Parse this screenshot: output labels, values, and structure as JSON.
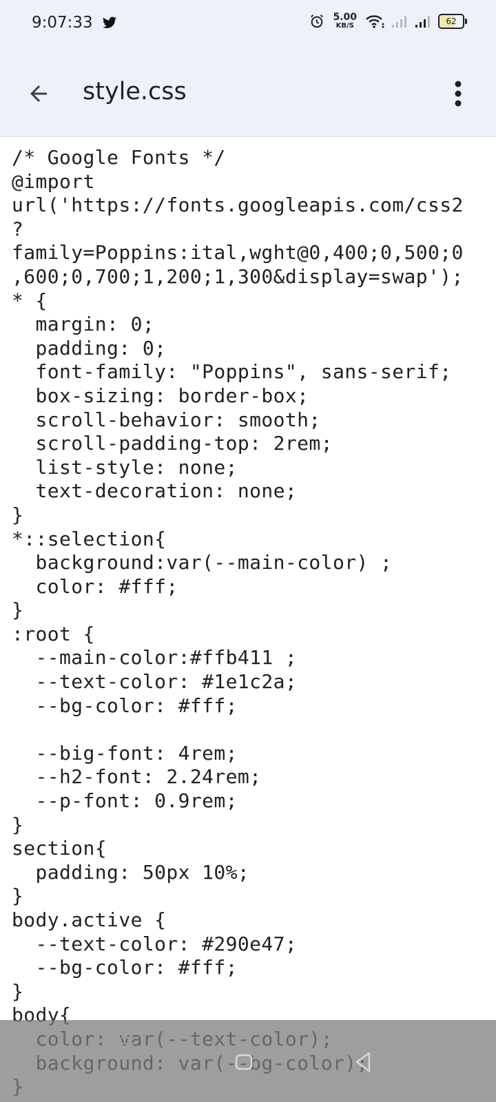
{
  "status_bar": {
    "time": "9:07:33",
    "net_speed_value": "5.00",
    "net_speed_unit": "KB/S",
    "battery_level": "62",
    "icons": [
      "twitter-icon",
      "alarm-icon",
      "wifi-icon",
      "signal-icon",
      "signal-icon",
      "battery-icon"
    ]
  },
  "app_bar": {
    "title": "style.css",
    "back_icon": "arrow-back-icon",
    "menu_icon": "more-vert-icon"
  },
  "code_lines": [
    "/* Google Fonts */",
    "@import",
    "url('https://fonts.googleapis.com/css2",
    "?",
    "family=Poppins:ital,wght@0,400;0,500;0",
    ",600;0,700;1,200;1,300&display=swap');",
    "* {",
    "  margin: 0;",
    "  padding: 0;",
    "  font-family: \"Poppins\", sans-serif;",
    "  box-sizing: border-box;",
    "  scroll-behavior: smooth;",
    "  scroll-padding-top: 2rem;",
    "  list-style: none;",
    "  text-decoration: none;",
    "}",
    "*::selection{",
    "  background:var(--main-color) ;",
    "  color: #fff;",
    "}",
    ":root {",
    "  --main-color:#ffb411 ;",
    "  --text-color: #1e1c2a;",
    "  --bg-color: #fff;",
    "",
    "  --big-font: 4rem;",
    "  --h2-font: 2.24rem;",
    "  --p-font: 0.9rem;",
    "}",
    "section{",
    "  padding: 50px 10%;",
    "}",
    "body.active {",
    "  --text-color: #290e47;",
    "  --bg-color: #fff;",
    "}",
    "body{",
    "  color: var(--text-color);",
    "  background: var(--bg-color);",
    "}"
  ],
  "nav_bar": {
    "icons": [
      "recents-icon",
      "home-icon",
      "back-icon"
    ]
  },
  "colors": {
    "bar_background": "#eef1fb",
    "code_text": "#202124",
    "nav_overlay": "#7d7d7d"
  }
}
